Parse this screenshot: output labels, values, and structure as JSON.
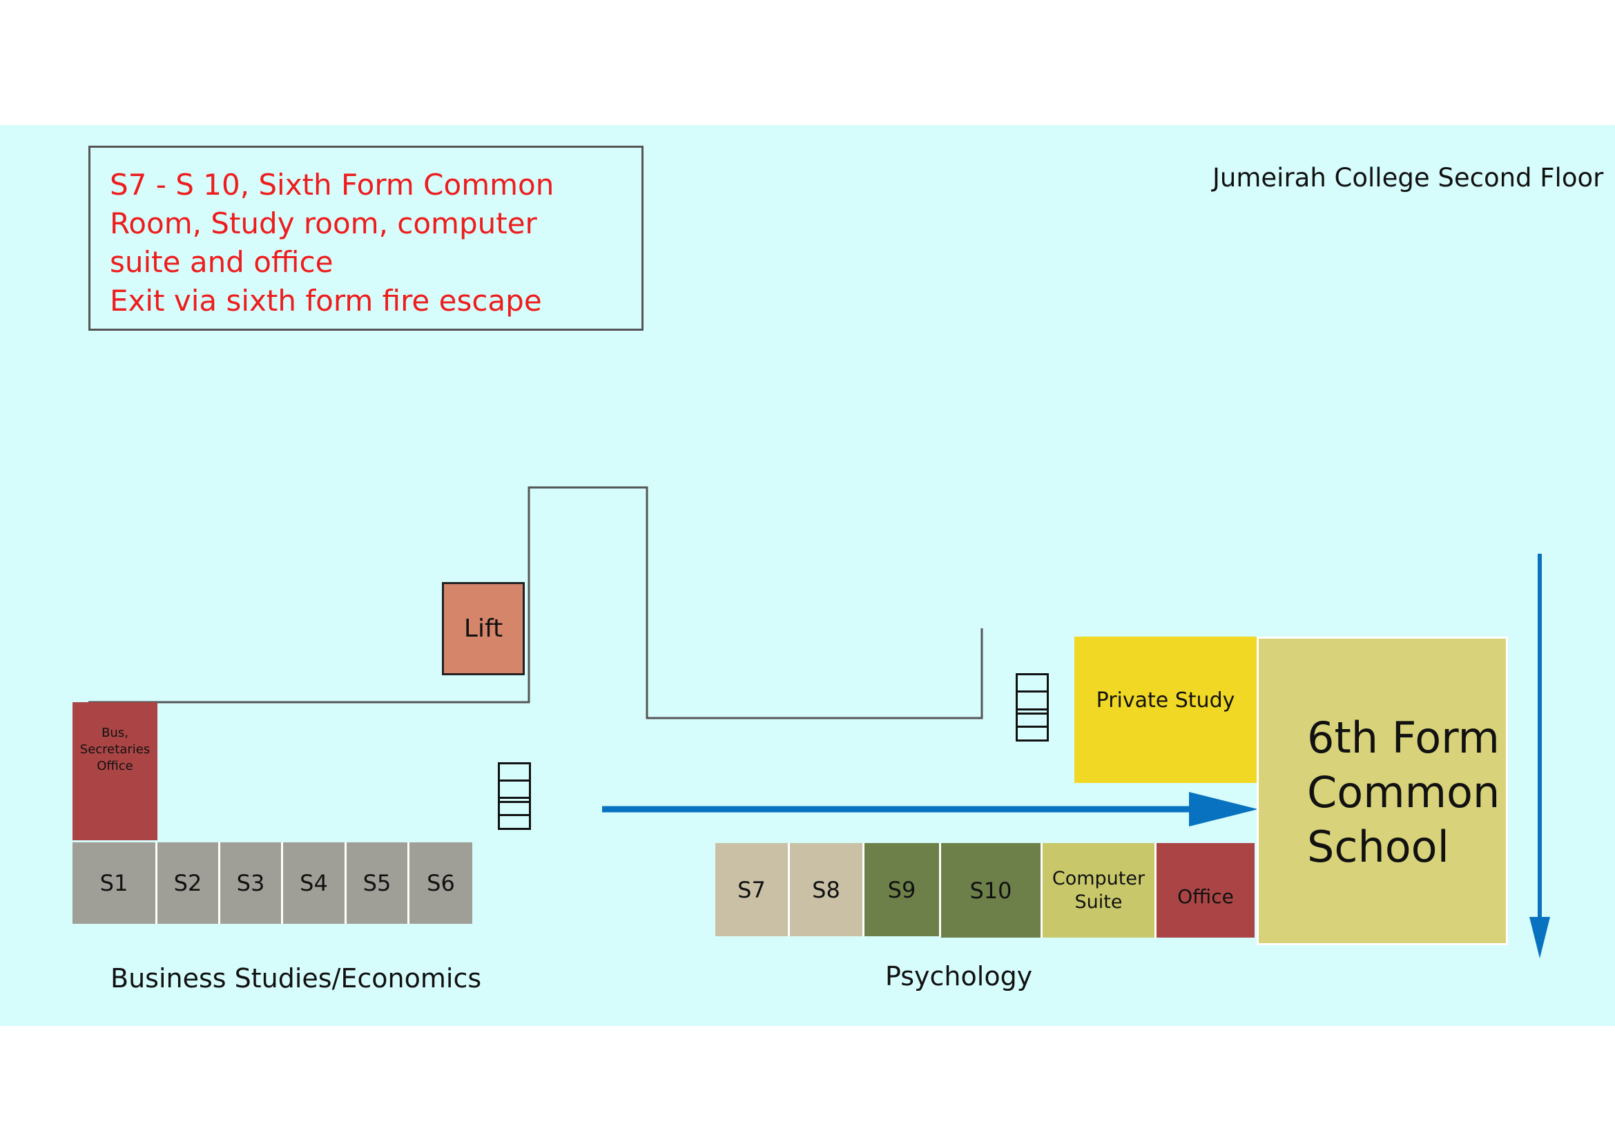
{
  "title": "Jumeirah  College Second Floor",
  "notice": {
    "lines": [
      "S7 - S 10, Sixth Form Common",
      "Room, Study room, computer",
      "suite and office",
      "Exit via sixth form fire escape"
    ],
    "color": "#ee1c1c"
  },
  "lift": {
    "label": "Lift",
    "color": "#d4856a"
  },
  "bus_office": {
    "lines": [
      "Bus,",
      "Secretaries",
      "Office"
    ],
    "color": "#ab4545"
  },
  "left_rooms": [
    "S1",
    "S2",
    "S3",
    "S4",
    "S5",
    "S6"
  ],
  "left_rooms_color": "#a09f97",
  "left_group_label": "Business Studies/Economics",
  "right_rooms": {
    "s7": {
      "label": "S7",
      "color": "#c9c0a6"
    },
    "s8": {
      "label": "S8",
      "color": "#c9c0a6"
    },
    "s9": {
      "label": "S9",
      "color": "#6e8049"
    },
    "s10": {
      "label": "S10",
      "color": "#6e8049"
    },
    "computer_suite": {
      "lines": [
        "Computer",
        "Suite"
      ],
      "color": "#c8c86b"
    },
    "office": {
      "label": "Office",
      "color": "#ab4545"
    }
  },
  "right_group_label": "Psychology",
  "private_study": {
    "label": "Private Study",
    "color": "#f0d824"
  },
  "common_room": {
    "lines": [
      "6th Form",
      "Common",
      "School"
    ],
    "color": "#d8d37a"
  },
  "background_color": "#d6fcfc",
  "arrow_color": "#0872c0"
}
